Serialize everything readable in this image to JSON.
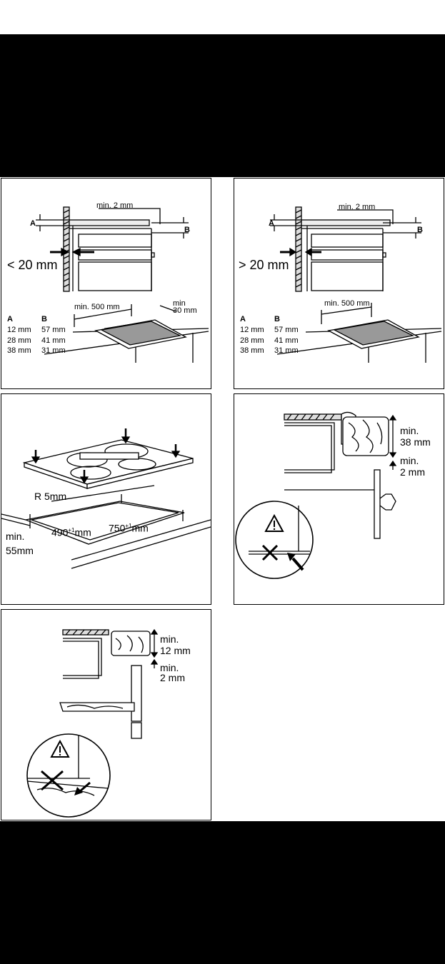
{
  "panel_1": {
    "label_a": "A",
    "label_b": "B",
    "min_2mm": "min. 2 mm",
    "distance": "< 20 mm",
    "min_500": "min. 500 mm",
    "min_30_line1": "min",
    "min_30_line2": "30 mm",
    "table": {
      "head_a": "A",
      "head_b": "B",
      "col_a": [
        "12 mm",
        "28 mm",
        "38 mm"
      ],
      "col_b": [
        "57 mm",
        "41 mm",
        "31 mm"
      ]
    }
  },
  "panel_2": {
    "label_a": "A",
    "label_b": "B",
    "min_2mm": "min. 2 mm",
    "distance": "> 20 mm",
    "min_500": "min. 500 mm",
    "table": {
      "head_a": "A",
      "head_b": "B",
      "col_a": [
        "12 mm",
        "28 mm",
        "38 mm"
      ],
      "col_b": [
        "57 mm",
        "41 mm",
        "31 mm"
      ]
    }
  },
  "panel_3": {
    "radius": "R 5mm",
    "width_base": "490",
    "width_sup": "+1",
    "width_unit": "mm",
    "length_base": "750",
    "length_sup": "+1",
    "length_unit": "mm",
    "min_55_line1": "min.",
    "min_55_line2": "55mm"
  },
  "panel_4": {
    "min_38_line1": "min.",
    "min_38_line2": "38 mm",
    "min_2_line1": "min.",
    "min_2_line2": "2 mm"
  },
  "panel_5": {
    "min_12_line1": "min.",
    "min_12_line2": "12 mm",
    "min_2_line1": "min.",
    "min_2_line2": "2 mm"
  },
  "icons": [
    "warning-icon",
    "cross-icon",
    "arrow-icon"
  ]
}
